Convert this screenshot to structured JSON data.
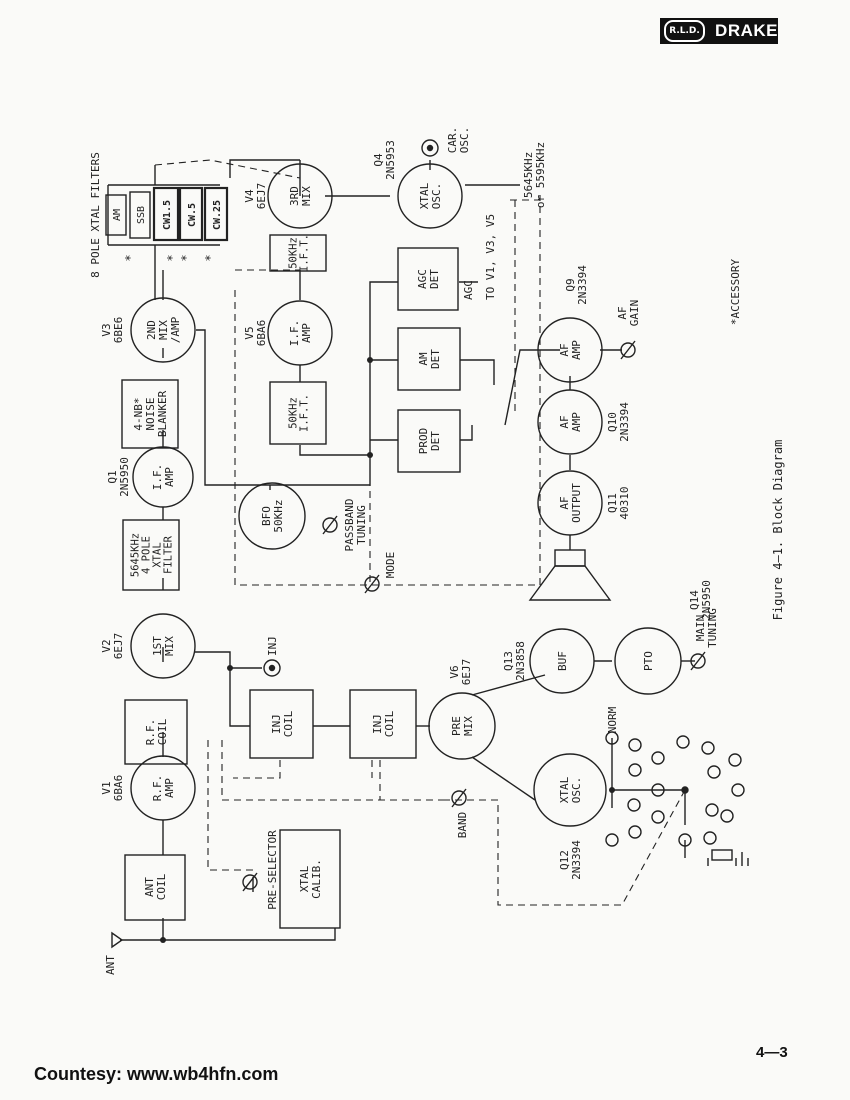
{
  "brand": {
    "mark": "R.L.D.",
    "name": "DRAKE"
  },
  "caption": "Figure 4—1.   Block Diagram",
  "page_number": "4—3",
  "courtesy": "Countesy: www.wb4hfn.com",
  "accessory_note": "*ACCESSORY",
  "filters": {
    "title": "8 POLE XTAL FILTERS",
    "tube": [
      "V3",
      "6BE6"
    ],
    "items": [
      "AM",
      "SSB",
      "CW1.5",
      "CW.5",
      "CW.25"
    ],
    "asterisks": [
      "*",
      "*",
      "*",
      "*"
    ]
  },
  "blocks": {
    "ant_coil": [
      "ANT",
      "COIL"
    ],
    "rf_amp": [
      "R.F.",
      "AMP"
    ],
    "rf_amp_tube": [
      "V1",
      "6BA6"
    ],
    "rf_coil": [
      "R.F.",
      "COIL"
    ],
    "mix1": [
      "1ST",
      "MIX"
    ],
    "mix1_tube": [
      "V2",
      "6EJ7"
    ],
    "xtal_filter": [
      "5645KHz",
      "4 POLE",
      "XTAL",
      "FILTER"
    ],
    "if_amp1": [
      "I.F.",
      "AMP"
    ],
    "if_amp1_tube": [
      "Q1",
      "2N5950"
    ],
    "noise_blanker": [
      "4-NB*",
      "NOISE",
      "BLANKER"
    ],
    "mix2": [
      "2ND",
      "MIX",
      "/AMP"
    ],
    "mix3": [
      "3RD",
      "MIX"
    ],
    "mix3_tube": [
      "V4",
      "6EJ7"
    ],
    "car_osc": [
      "XTAL",
      "OSC."
    ],
    "car_osc_tube": [
      "Q4",
      "2N5953"
    ],
    "car_osc_label": [
      "CAR.",
      "OSC."
    ],
    "car_freqs": [
      "5645KHz",
      "or 5595KHz"
    ],
    "ift1": [
      "50KHz",
      "I.F.T."
    ],
    "ift2": [
      "50KHz",
      "I.F.T."
    ],
    "if_amp2": [
      "I.F.",
      "AMP"
    ],
    "if_amp2_tube": [
      "V5",
      "6BA6"
    ],
    "agc_det": [
      "AGC",
      "DET"
    ],
    "agc_out": "AGC",
    "agc_to": "TO V1, V3, V5",
    "am_det": [
      "AM",
      "DET"
    ],
    "prod_det": [
      "PROD",
      "DET"
    ],
    "bfo": [
      "BFO",
      "50KHz"
    ],
    "passband": [
      "PASSBAND",
      "TUNING"
    ],
    "mode": "MODE",
    "af_amp_q9": [
      "AF",
      "AMP"
    ],
    "af_amp_q9_tube": [
      "Q9",
      "2N3394"
    ],
    "af_gain": [
      "AF",
      "GAIN"
    ],
    "af_amp_q10": [
      "AF",
      "AMP"
    ],
    "af_amp_q10_tube": [
      "Q10",
      "2N3394"
    ],
    "af_output": [
      "AF",
      "OUTPUT"
    ],
    "af_output_tube": [
      "Q11",
      "40310"
    ],
    "inj_label": "INJ",
    "inj_coil1": [
      "INJ",
      "COIL"
    ],
    "inj_coil2": [
      "INJ",
      "COIL"
    ],
    "premix": [
      "PRE",
      "MIX"
    ],
    "premix_tube": [
      "V6",
      "6EJ7"
    ],
    "buf": "BUF",
    "buf_tube": [
      "Q13",
      "2N3858"
    ],
    "pto": "PTO",
    "pto_tube": [
      "Q14",
      "2N5950"
    ],
    "main_tuning": [
      "MAIN",
      "TUNING"
    ],
    "xtal_osc": [
      "XTAL",
      "OSC."
    ],
    "xtal_osc_tube": [
      "Q12",
      "2N3394"
    ],
    "norm": "NORM",
    "band": "BAND",
    "preselector": "PRE-SELECTOR",
    "xtal_calib": [
      "XTAL",
      "CALIB."
    ],
    "ant": "ANT"
  }
}
